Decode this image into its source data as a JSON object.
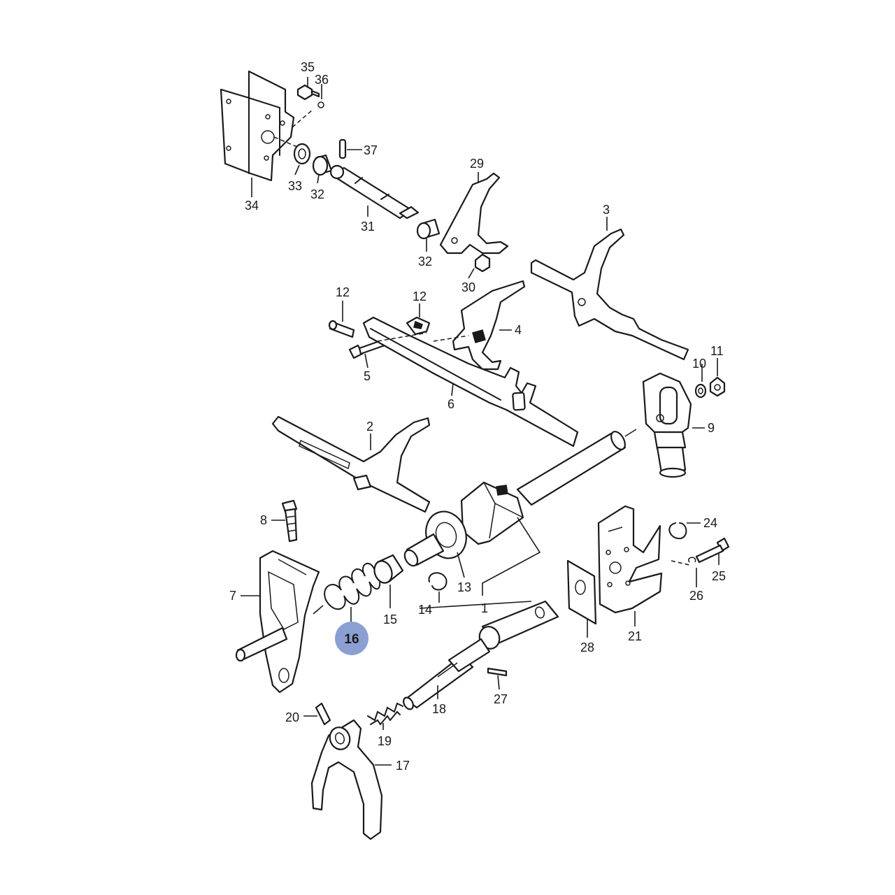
{
  "highlight": {
    "label": "16",
    "color": "#8c9fd3"
  },
  "labels": {
    "p1": "1",
    "p2": "2",
    "p3": "3",
    "p4": "4",
    "p5": "5",
    "p6": "6",
    "p7": "7",
    "p8": "8",
    "p9": "9",
    "p10": "10",
    "p11": "11",
    "p12a": "12",
    "p12b": "12",
    "p13": "13",
    "p14": "14",
    "p15": "15",
    "p17": "17",
    "p18": "18",
    "p19": "19",
    "p20": "20",
    "p21": "21",
    "p24": "24",
    "p25": "25",
    "p26": "26",
    "p27": "27",
    "p28": "28",
    "p29": "29",
    "p30": "30",
    "p31": "31",
    "p32a": "32",
    "p32b": "32",
    "p33": "33",
    "p34": "34",
    "p35": "35",
    "p36": "36",
    "p37": "37"
  }
}
